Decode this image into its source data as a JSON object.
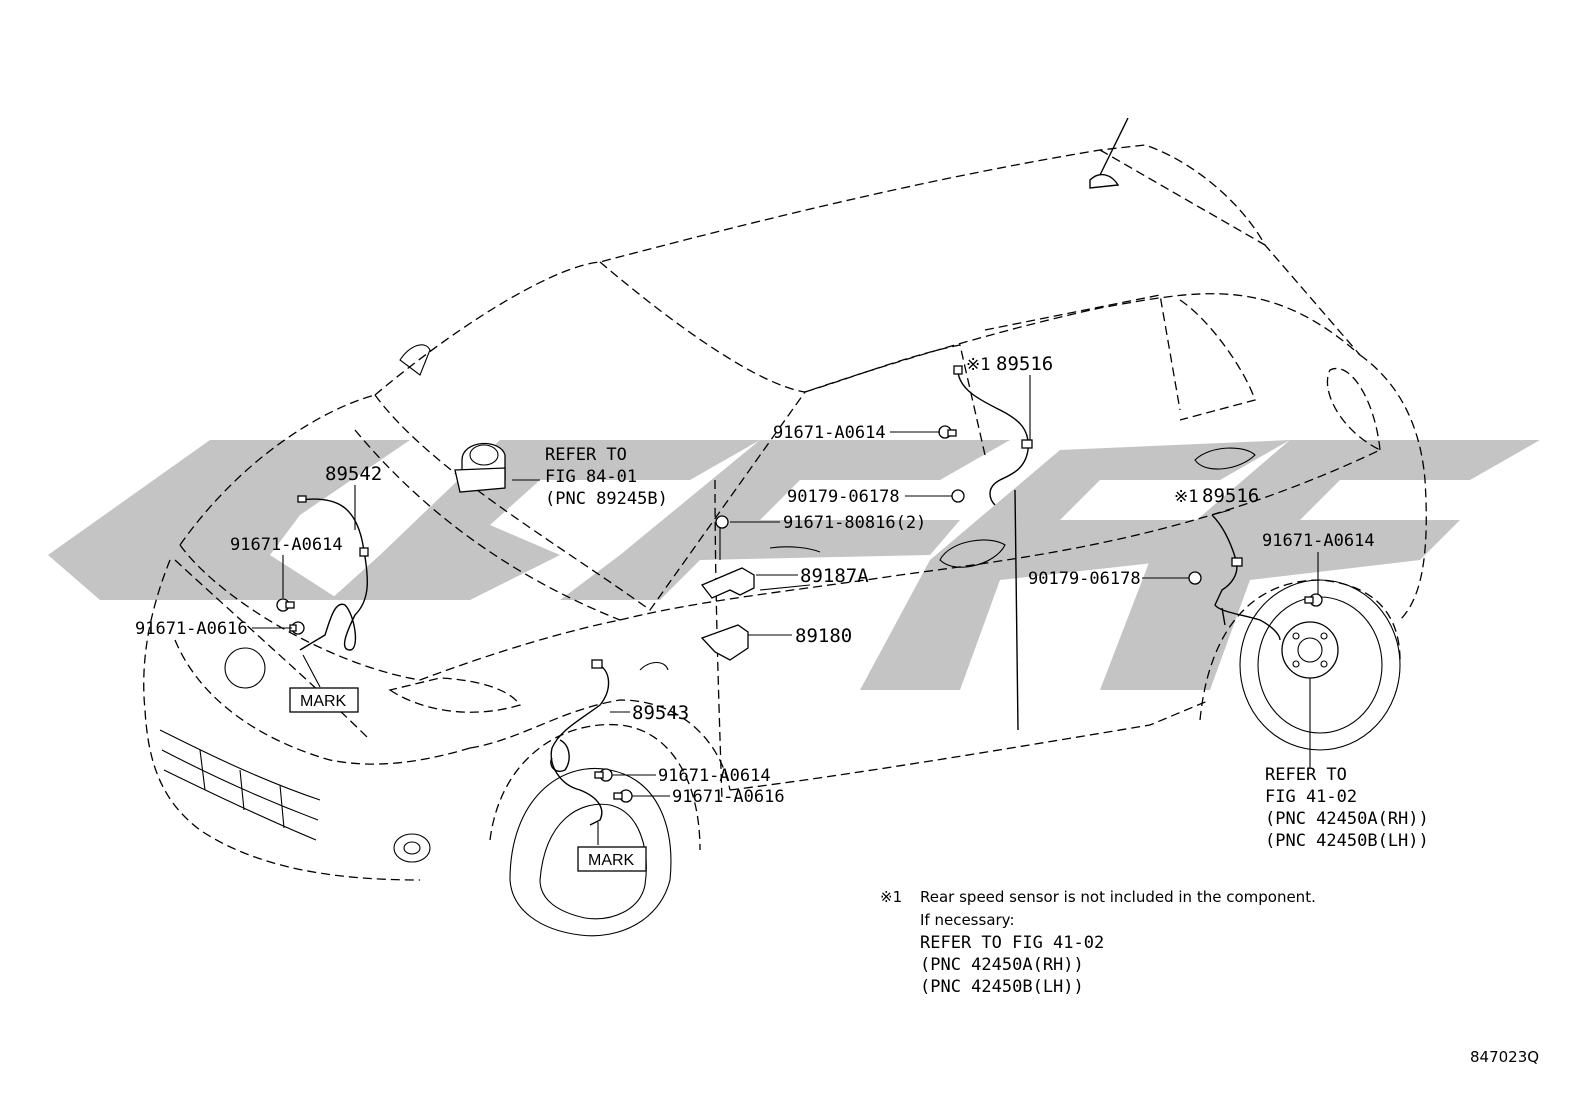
{
  "watermark": {
    "color": "#c4c4c4"
  },
  "labels": {
    "p89542": "89542",
    "p89543": "89543",
    "p89516_top": "89516",
    "p89516_rear": "89516",
    "p89187a": "89187A",
    "p89180": "89180",
    "b_front_a0614": "91671-A0614",
    "b_front_a0616": "91671-A0616",
    "b_left_a0614": "91671-A0614",
    "b_left_a0616": "91671-A0616",
    "b_door_a0614": "91671-A0614",
    "n_top_06178": "90179-06178",
    "b_80816": "91671-80816(2)",
    "n_rear_06178": "90179-06178",
    "b_rear_a0614": "91671-A0614",
    "mark_front": "MARK",
    "mark_left": "MARK",
    "ref_mark": "※1",
    "ref_mark_rear": "※1",
    "refer_a": [
      "REFER TO",
      "FIG 84-01",
      "(PNC 89245B)"
    ],
    "refer_b": [
      "REFER TO",
      "FIG 41-02",
      "(PNC 42450A(RH))",
      "(PNC 42450B(LH))"
    ]
  },
  "footnote": {
    "marker": "※1",
    "line1": "Rear speed sensor is not included in the component.",
    "line2": "If necessary:",
    "line3": "REFER TO FIG 41-02",
    "line4": "(PNC 42450A(RH))",
    "line5": "(PNC 42450B(LH))"
  },
  "figure_id": "847023Q"
}
